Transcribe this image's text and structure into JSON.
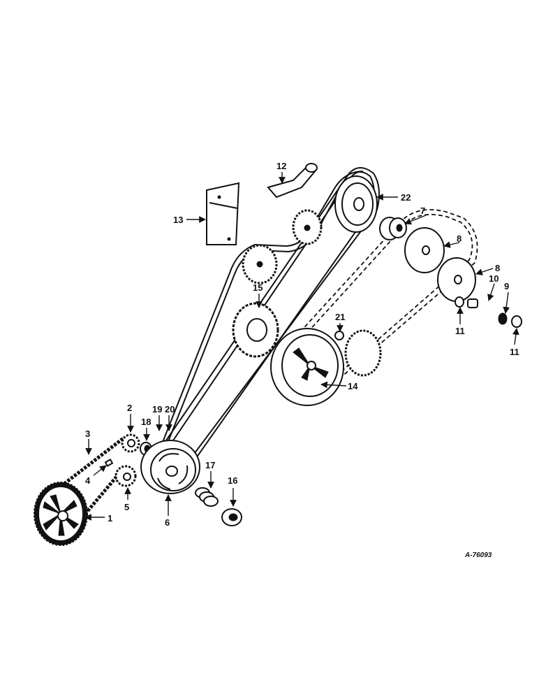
{
  "figure": {
    "reference": "A-76093",
    "callouts": [
      "1",
      "2",
      "3",
      "4",
      "5",
      "6",
      "7",
      "8",
      "8",
      "9",
      "10",
      "11",
      "11",
      "12",
      "13",
      "14",
      "15",
      "16",
      "17",
      "18",
      "19",
      "20",
      "21",
      "22"
    ]
  },
  "colors": {
    "ink": "#111111",
    "paper": "#ffffff"
  }
}
